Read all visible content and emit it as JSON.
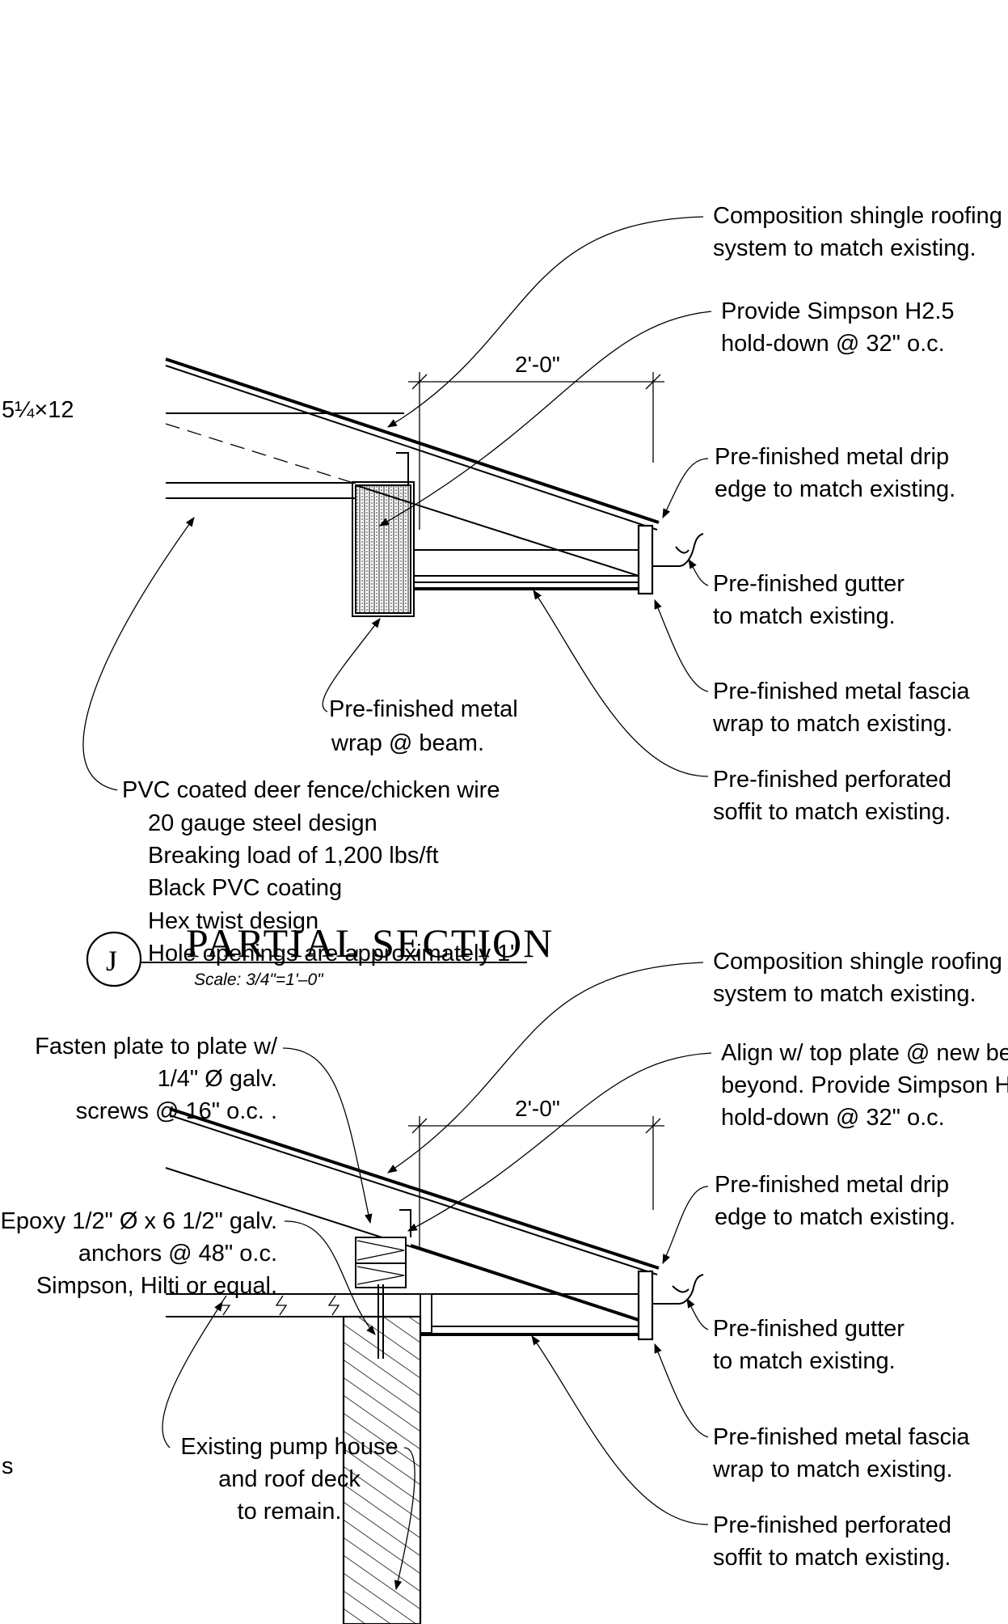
{
  "diagram": {
    "upper_section": {
      "dimension": "2'-0\"",
      "partial_left_label": "5¼×12",
      "labels": [
        {
          "line1": "Composition shingle roofing",
          "line2": "system to  match existing."
        },
        {
          "line1": "Provide Simpson H2.5",
          "line2": "hold-down @ 32\" o.c."
        },
        {
          "line1": "Pre-finished metal drip",
          "line2": "edge to match existing."
        },
        {
          "line1": "Pre-finished gutter",
          "line2": "to match existing."
        },
        {
          "line1": "Pre-finished metal fascia",
          "line2": "wrap to match existing."
        },
        {
          "line1": "Pre-finished perforated",
          "line2": "soffit to match existing."
        },
        {
          "line1": "Pre-finished metal",
          "line2": "wrap @ beam."
        }
      ],
      "fence_note": [
        "PVC coated deer fence/chicken wire",
        "20 gauge steel design",
        "Breaking load of 1,200 lbs/ft",
        "Black PVC coating",
        "Hex twist design",
        "Hole openings are approximately 1\""
      ]
    },
    "section_title": {
      "tag": "J",
      "title": "PARTIAL  SECTION",
      "scale": "Scale:  3/4\"=1'–0\""
    },
    "lower_section": {
      "dimension": "2'-0\"",
      "partial_left_label": "s",
      "right_labels": [
        {
          "line1": "Composition shingle roofing",
          "line2": "system to  match existing."
        },
        {
          "line1": "Align w/ top plate @ new bea",
          "line2": "beyond. Provide Simpson H2",
          "line3": "hold-down @ 32\" o.c."
        },
        {
          "line1": "Pre-finished metal drip",
          "line2": "edge to match existing."
        },
        {
          "line1": "Pre-finished gutter",
          "line2": "to match existing."
        },
        {
          "line1": "Pre-finished metal fascia",
          "line2": "wrap to match existing."
        },
        {
          "line1": "Pre-finished perforated",
          "line2": "soffit to match existing."
        }
      ],
      "left_labels": [
        {
          "line1": "Fasten plate to plate w/",
          "line2": "1/4\" Ø galv.",
          "line3": "screws @ 16\" o.c. ."
        },
        {
          "line1": "Epoxy 1/2\" Ø x 6 1/2\" galv.",
          "line2": "anchors @ 48\" o.c.",
          "line3": "Simpson, Hilti or equal."
        },
        {
          "line1": "Existing pump house",
          "line2": "and roof deck",
          "line3": "to remain."
        }
      ]
    }
  }
}
